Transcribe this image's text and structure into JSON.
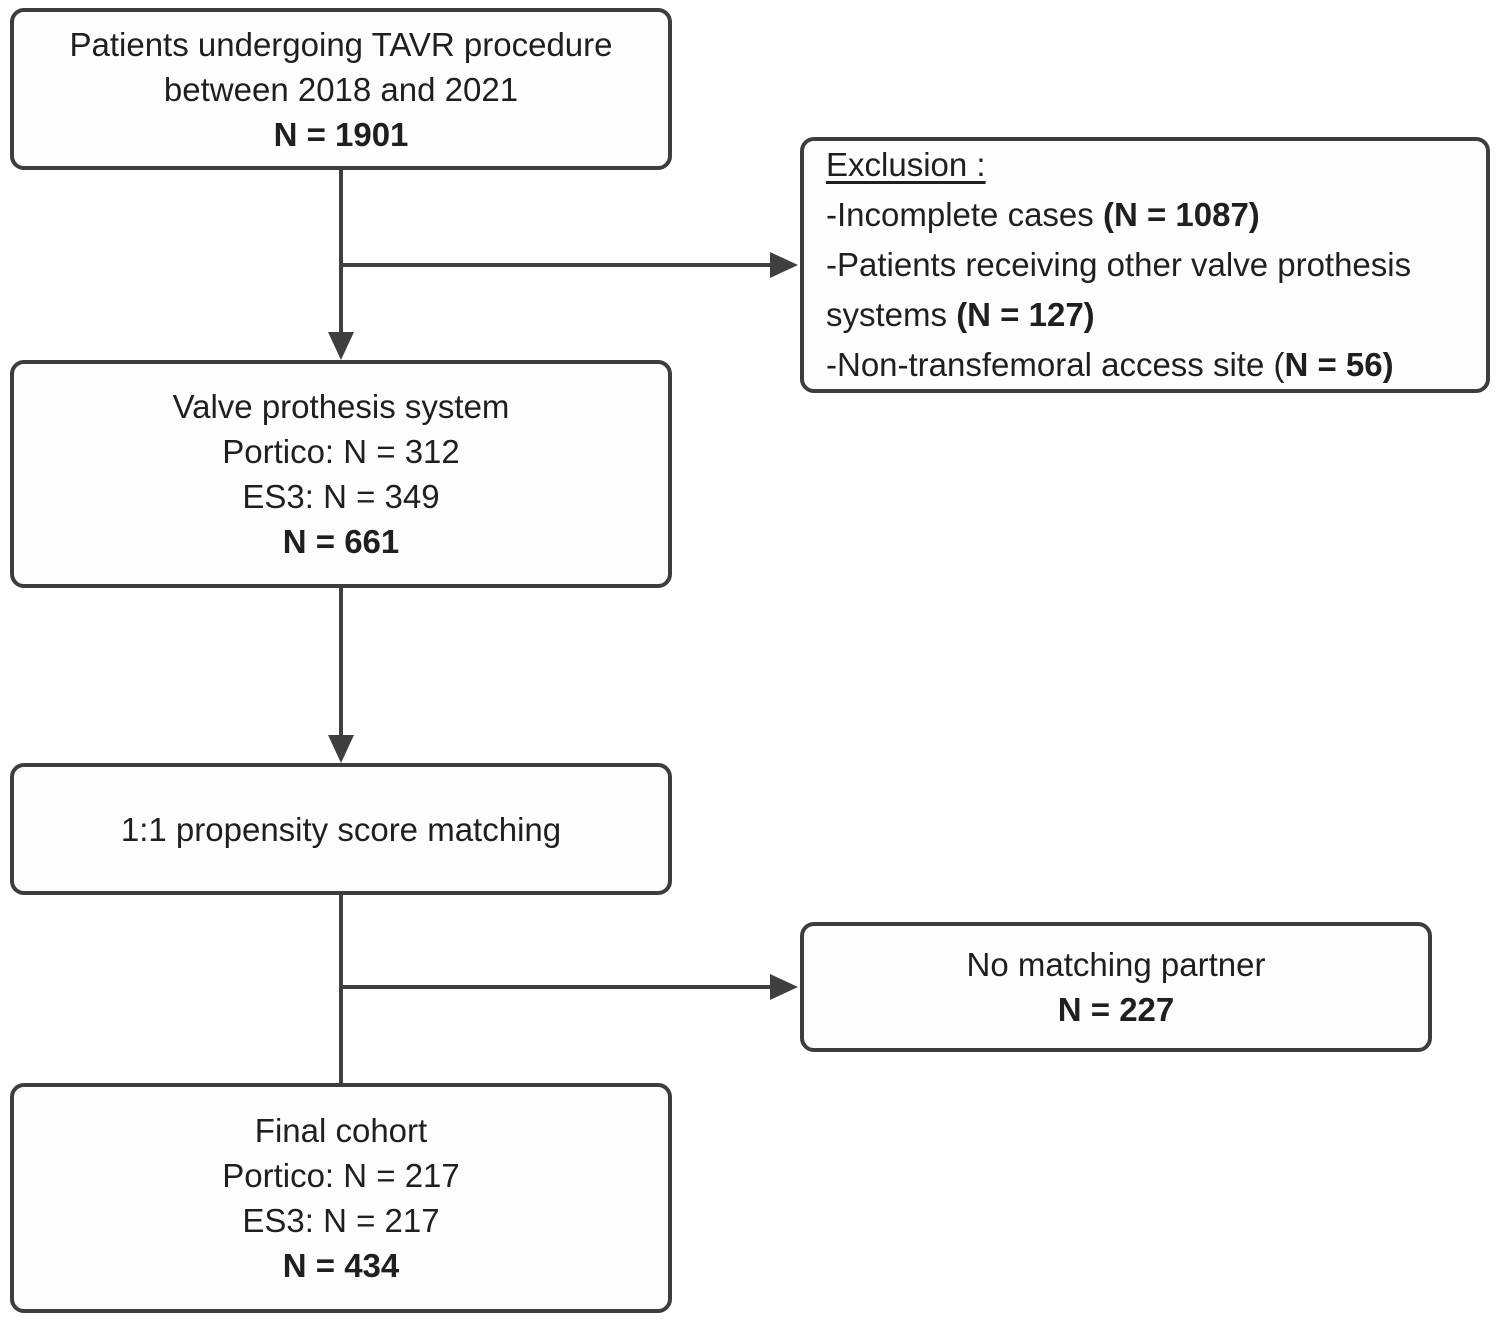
{
  "diagram": {
    "type": "flowchart",
    "colors": {
      "box_border": "#3d3d3d",
      "connector": "#3f3f3f",
      "text": "#1f1f1f",
      "background": "#ffffff"
    },
    "nodes": {
      "tavr": {
        "line1": "Patients undergoing TAVR procedure",
        "line2": "between 2018 and 2021",
        "total": "N = 1901"
      },
      "exclusion": {
        "title": "Exclusion :",
        "row1_text": "-Incomplete cases ",
        "row1_count": "(N = 1087)",
        "row2_text": "-Patients receiving other valve prothesis",
        "row3_text": "systems ",
        "row3_count": "(N = 127)",
        "row4_text": "-Non-transfemoral access site (",
        "row4_count": "N = 56)"
      },
      "valve": {
        "line1": "Valve prothesis system",
        "line2": "Portico: N = 312",
        "line3": "ES3: N = 349",
        "total": "N = 661"
      },
      "matching": {
        "line1": "1:1 propensity score matching"
      },
      "no_match": {
        "line1": "No matching partner",
        "total": "N = 227"
      },
      "final": {
        "line1": "Final cohort",
        "line2": "Portico: N = 217",
        "line3": "ES3: N = 217",
        "total": "N = 434"
      }
    }
  }
}
